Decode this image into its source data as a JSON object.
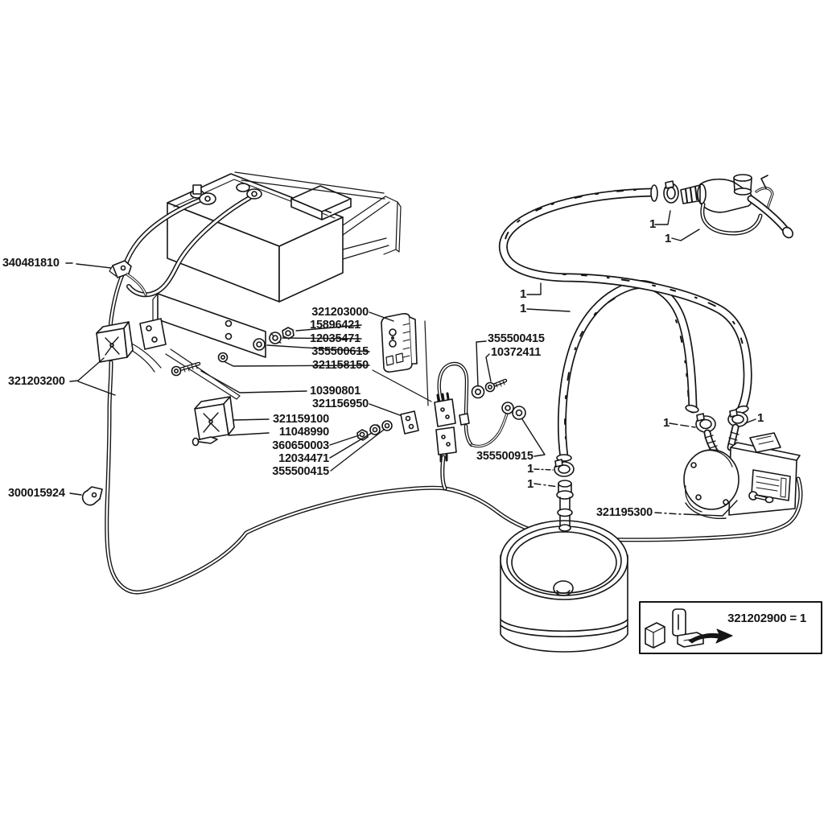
{
  "page": {
    "background": "#ffffff",
    "ink": "#151515",
    "description": "exploded parts diagram: battery, wiring harness, fuel transfer pump, hoses, nozzle and drum"
  },
  "part_labels": [
    {
      "text": "340481810"
    },
    {
      "text": "321203200"
    },
    {
      "text": "300015924"
    },
    {
      "text": "321203000"
    },
    {
      "text": "15896421"
    },
    {
      "text": "12035471"
    },
    {
      "text": "355500615"
    },
    {
      "text": "321158150"
    },
    {
      "text": "10390801"
    },
    {
      "text": "321156950"
    },
    {
      "text": "321159100"
    },
    {
      "text": "11048990"
    },
    {
      "text": "360650003"
    },
    {
      "text": "12034471"
    },
    {
      "text": "355500415"
    },
    {
      "text": "355500415"
    },
    {
      "text": "10372411"
    },
    {
      "text": "355500915"
    },
    {
      "text": "321195300"
    }
  ],
  "qty_callouts": [
    {
      "text": "1"
    },
    {
      "text": "1"
    },
    {
      "text": "1"
    },
    {
      "text": "1"
    },
    {
      "text": "1"
    },
    {
      "text": "1"
    },
    {
      "text": "1"
    },
    {
      "text": "1"
    }
  ],
  "legend": {
    "text": "321202900 = 1"
  }
}
